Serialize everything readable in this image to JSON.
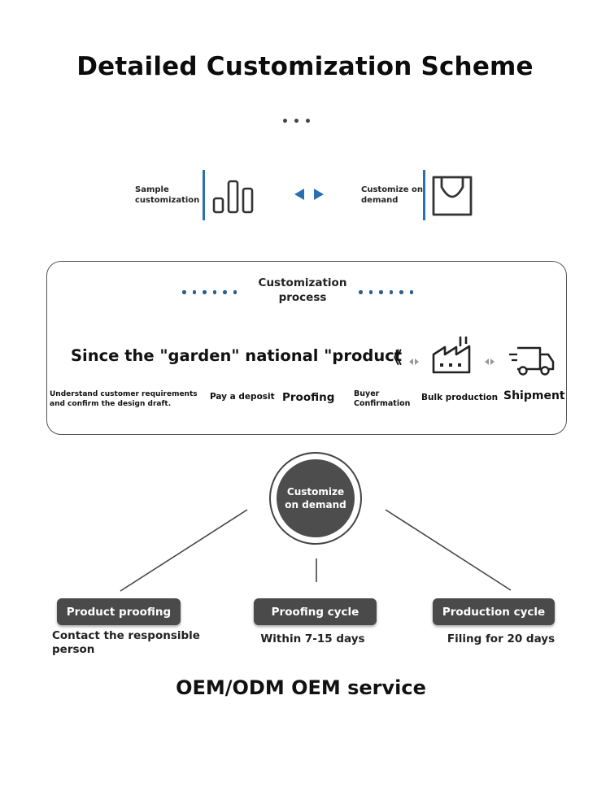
{
  "title": "Detailed Customization Scheme",
  "top_options": {
    "left_label": "Sample customization",
    "left_icon": "bar-chart-icon",
    "swap_icon": "left-right-arrows-icon",
    "right_label": "Customize on demand",
    "right_icon": "shopping-bag-icon",
    "accent_color": "#2a6fb0"
  },
  "process": {
    "title": "Customization process",
    "slogan": "Since the \"garden\" national \"product",
    "slogan_mark": "《",
    "steps": [
      "Understand customer requirements and confirm the design draft.",
      "Pay a deposit",
      "Proofing",
      "Buyer Confirmation",
      "Bulk production",
      "Shipment"
    ],
    "icons": [
      "factory-icon",
      "delivery-truck-icon"
    ]
  },
  "center_node": "Customize on demand",
  "branches": [
    {
      "label": "Product proofing",
      "detail": "Contact the responsible person"
    },
    {
      "label": "Proofing cycle",
      "detail": "Within 7-15 days"
    },
    {
      "label": "Production cycle",
      "detail": "Filing for 20 days"
    }
  ],
  "footer": "OEM/ODM OEM service"
}
